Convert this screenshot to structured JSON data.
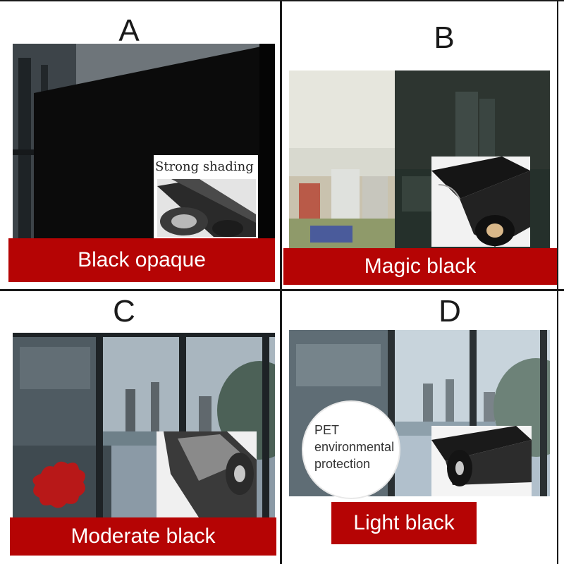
{
  "panels": [
    {
      "letter": "A",
      "caption": "Black opaque",
      "inset_label": "Strong shading"
    },
    {
      "letter": "B",
      "caption": "Magic black"
    },
    {
      "letter": "C",
      "caption": "Moderate black"
    },
    {
      "letter": "D",
      "caption": "Light black",
      "badge_lines": [
        "PET",
        "environmental",
        "protection"
      ]
    }
  ],
  "colors": {
    "banner": "#b50404",
    "film": "#0b0b0b",
    "divider": "#1a1a1a"
  }
}
